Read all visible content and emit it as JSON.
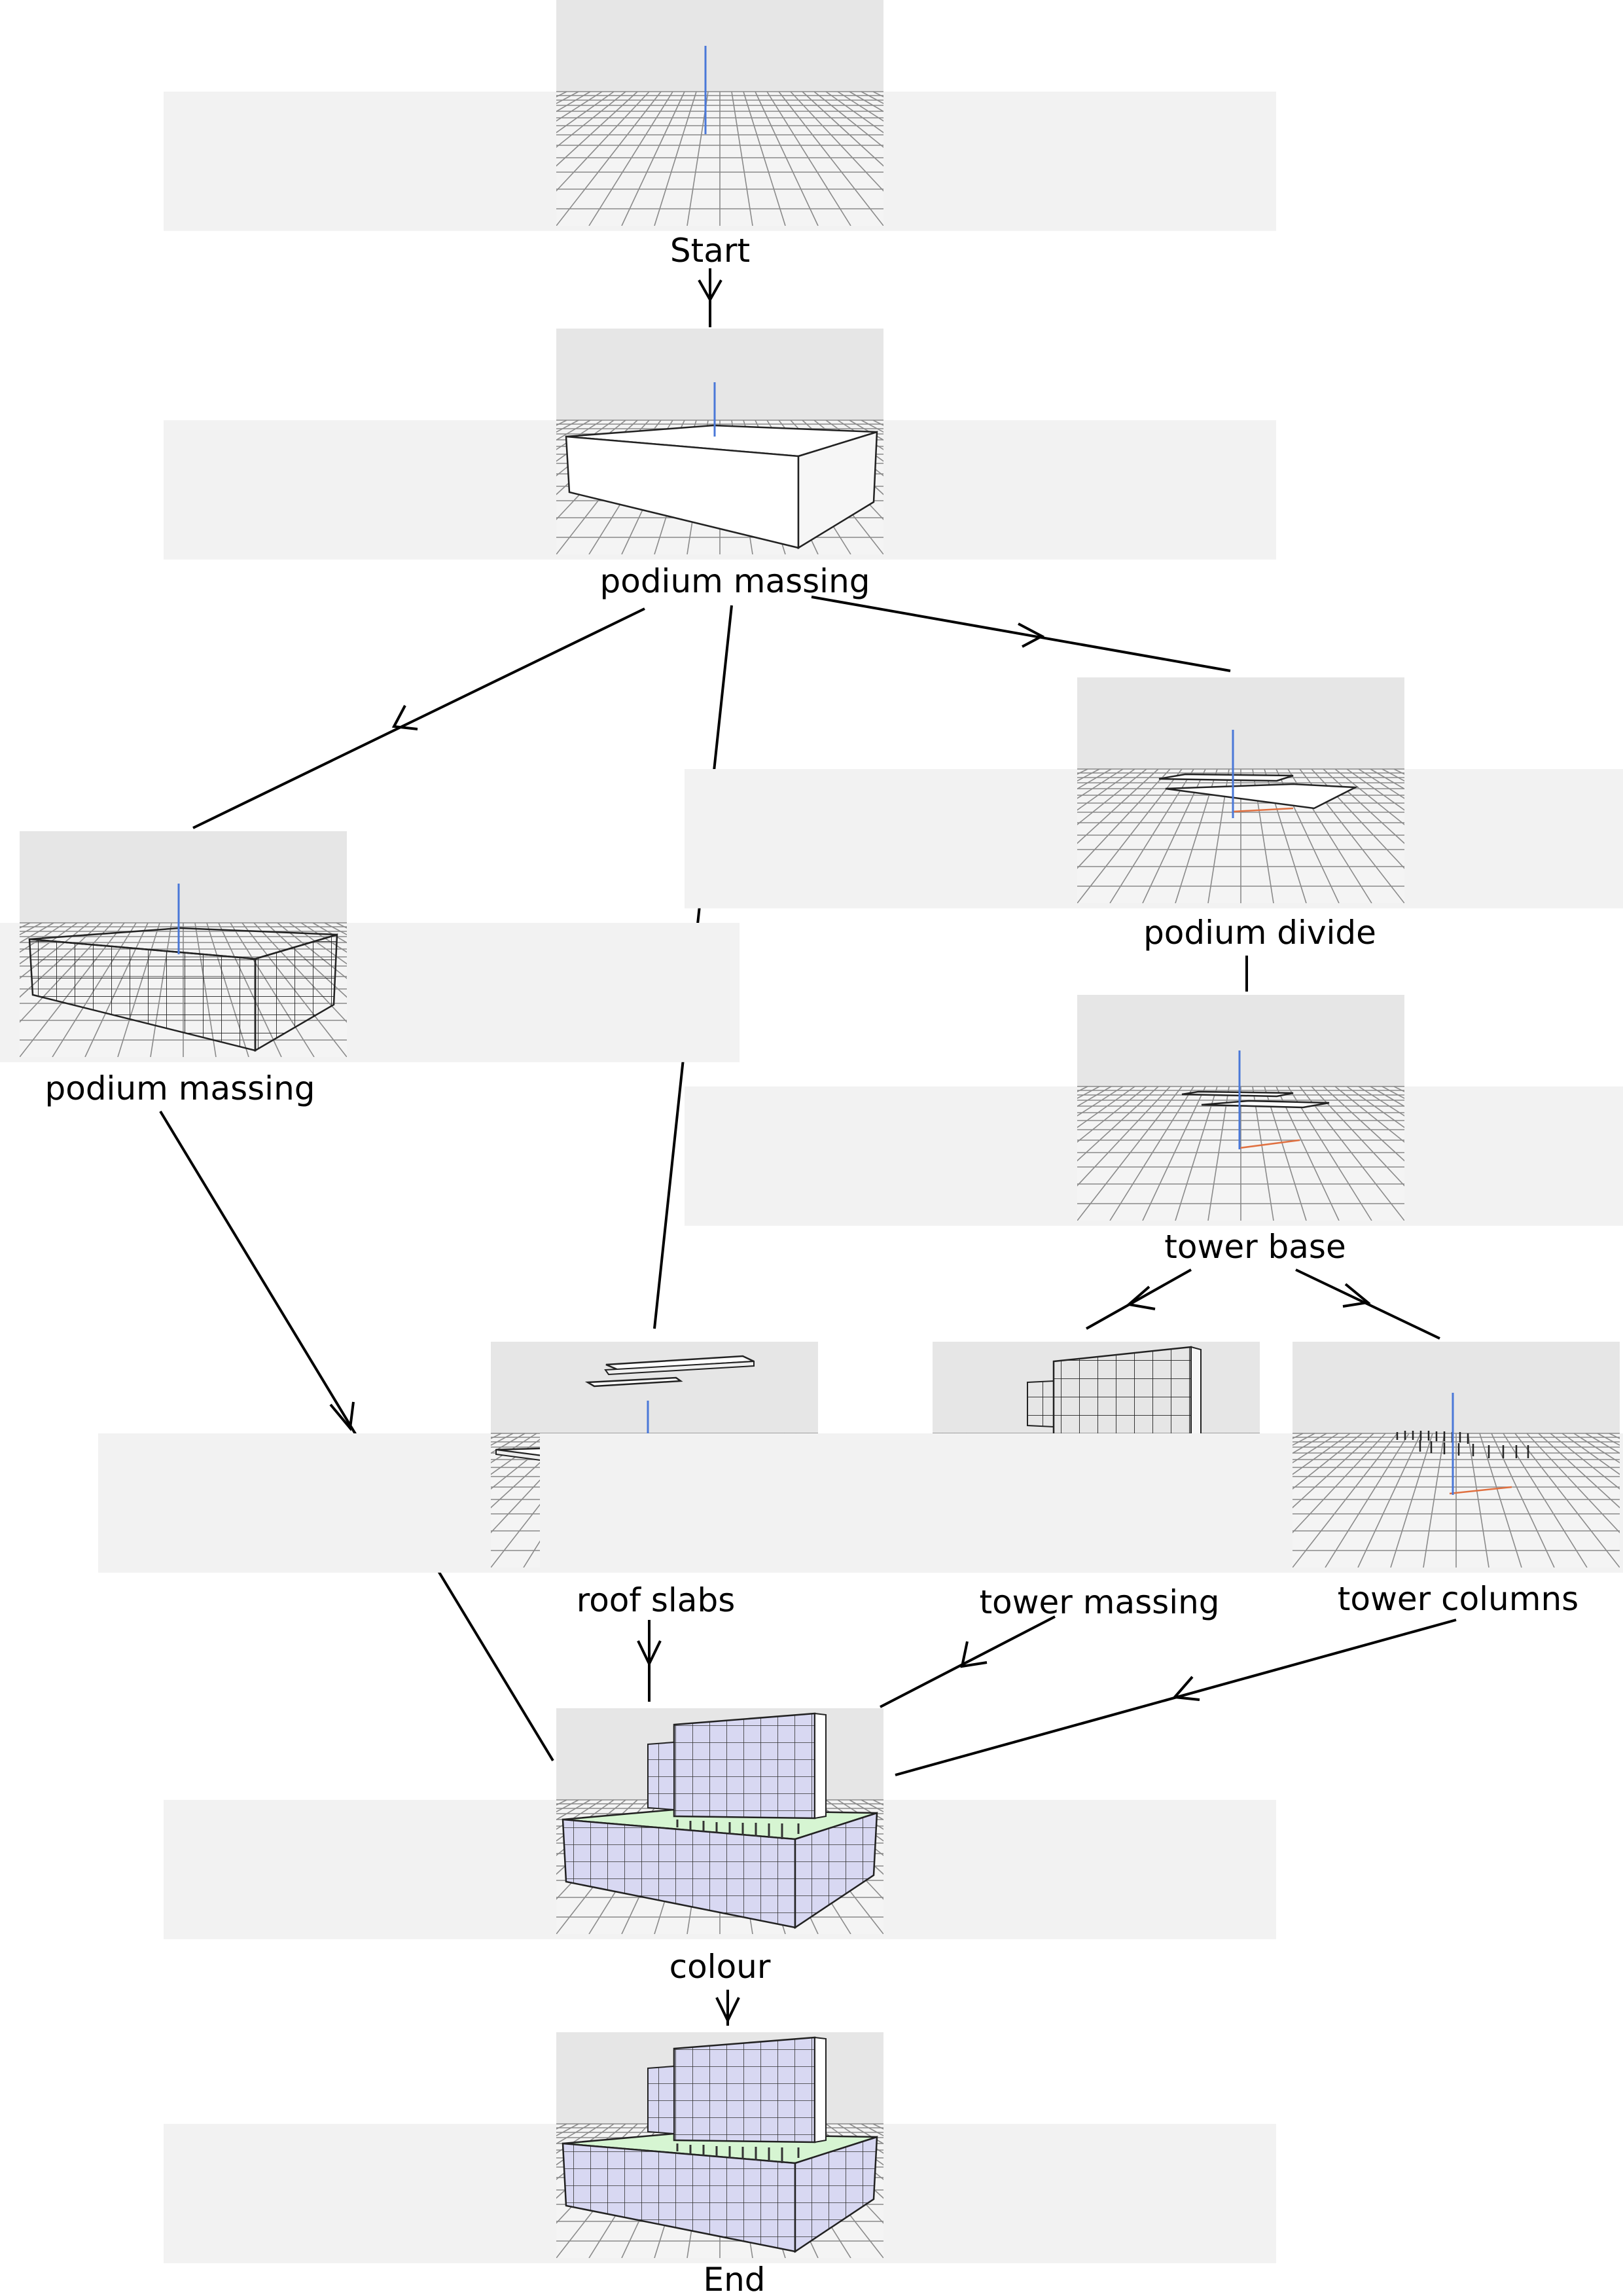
{
  "diagram": {
    "nodes": [
      {
        "id": "start",
        "label": "Start",
        "thumbnail": "empty-grid"
      },
      {
        "id": "podium_massing_1",
        "label": "podium massing",
        "thumbnail": "solid-box"
      },
      {
        "id": "podium_massing_2",
        "label": "podium massing",
        "thumbnail": "wireframe-box"
      },
      {
        "id": "podium_divide",
        "label": "podium divide",
        "thumbnail": "divided-slab"
      },
      {
        "id": "tower_base",
        "label": "tower base",
        "thumbnail": "tower-base-slab"
      },
      {
        "id": "roof_slabs",
        "label": "roof slabs",
        "thumbnail": "floating-slabs"
      },
      {
        "id": "tower_massing",
        "label": "tower massing",
        "thumbnail": "tower-wall-grid"
      },
      {
        "id": "tower_columns",
        "label": "tower columns",
        "thumbnail": "column-pins"
      },
      {
        "id": "colour",
        "label": "colour",
        "thumbnail": "coloured-building"
      },
      {
        "id": "end",
        "label": "End",
        "thumbnail": "coloured-building"
      }
    ],
    "edges": [
      {
        "from": "start",
        "to": "podium_massing_1"
      },
      {
        "from": "podium_massing_1",
        "to": "podium_massing_2"
      },
      {
        "from": "podium_massing_1",
        "to": "roof_slabs"
      },
      {
        "from": "podium_massing_1",
        "to": "podium_divide"
      },
      {
        "from": "podium_divide",
        "to": "tower_base"
      },
      {
        "from": "tower_base",
        "to": "tower_massing"
      },
      {
        "from": "tower_base",
        "to": "tower_columns"
      },
      {
        "from": "podium_massing_2",
        "to": "colour"
      },
      {
        "from": "roof_slabs",
        "to": "colour"
      },
      {
        "from": "tower_massing",
        "to": "colour"
      },
      {
        "from": "tower_columns",
        "to": "colour"
      },
      {
        "from": "colour",
        "to": "end"
      }
    ],
    "colors": {
      "viewport_bg": "#e6e6e6",
      "grid_line": "#8a8a8a",
      "z_axis": "#4a78d8",
      "x_axis": "#e07040",
      "facade": "#d8d8f2",
      "podium_roof": "#d6f5d2"
    }
  }
}
